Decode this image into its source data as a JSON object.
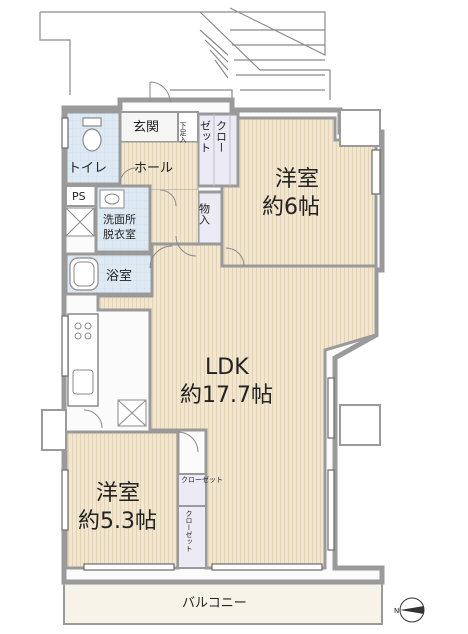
{
  "rooms": {
    "western_room_1": {
      "name": "洋室",
      "size": "約6帖"
    },
    "western_room_2": {
      "name": "洋室",
      "size": "約5.3帖"
    },
    "ldk": {
      "name": "LDK",
      "size": "約17.7帖"
    },
    "entrance": "玄関",
    "shoe_storage": "下足入",
    "closet_1_top": "クロー",
    "closet_1_bottom": "ゼット",
    "closet_2": "クローゼット",
    "closet_3": "クローゼット",
    "storage": "物入",
    "toilet": "トイレ",
    "hall": "ホール",
    "pipe_space": "PS",
    "washroom_line1": "洗面所",
    "washroom_line2": "脱衣室",
    "bathroom": "浴室",
    "balcony": "バルコニー"
  },
  "compass": {
    "label": "N"
  },
  "colors": {
    "wall": "#9a9a9a",
    "wood_floor": "#f1e6d0",
    "wood_line": "#e2d2b4",
    "tile_floor": "#dde9f3",
    "closet_floor": "#eceaf4",
    "balcony": "#f7f3e8",
    "exterior": "#ffffff",
    "window": "#6a6a6a"
  }
}
